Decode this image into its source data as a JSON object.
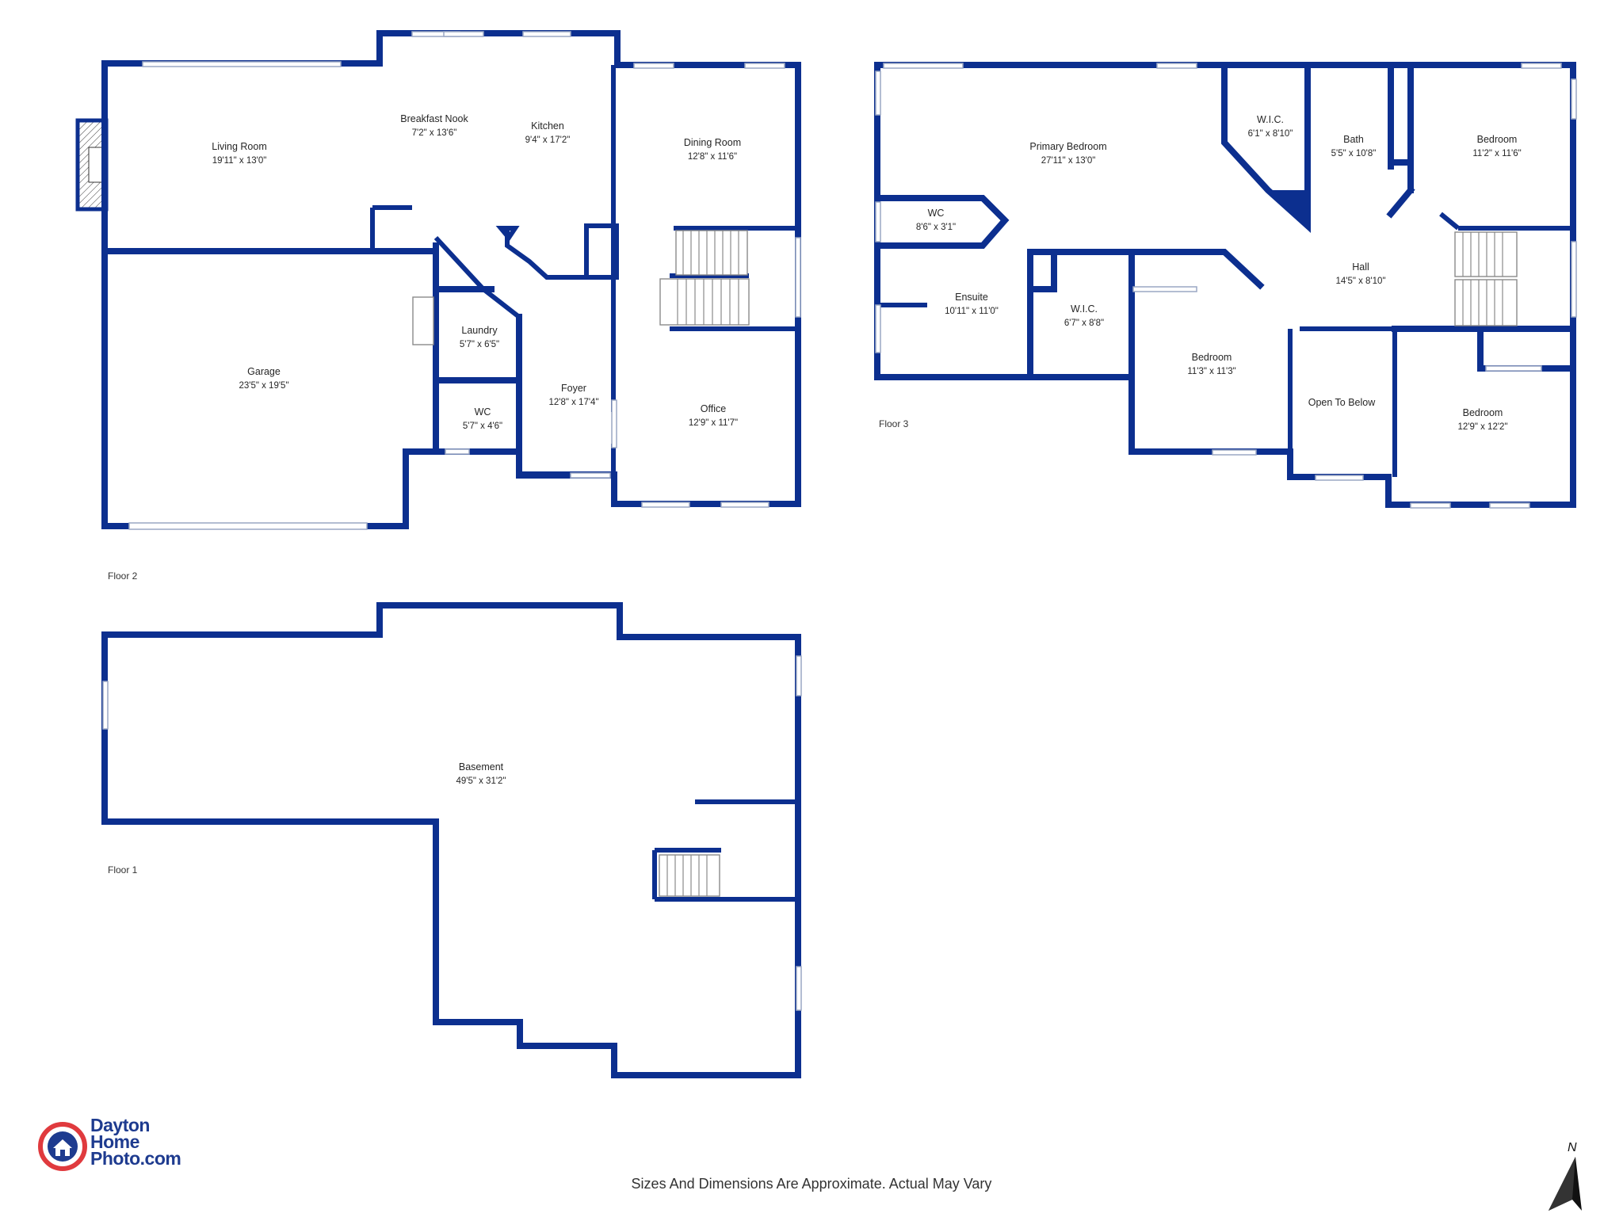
{
  "floors": {
    "floor1": {
      "label": "Floor 1",
      "rooms": [
        {
          "id": "basement",
          "name": "Basement",
          "dim": "49'5\" x 31'2\""
        }
      ]
    },
    "floor2": {
      "label": "Floor 2",
      "rooms": [
        {
          "id": "living-room",
          "name": "Living Room",
          "dim": "19'11\" x 13'0\""
        },
        {
          "id": "breakfast-nook",
          "name": "Breakfast Nook",
          "dim": "7'2\" x 13'6\""
        },
        {
          "id": "kitchen",
          "name": "Kitchen",
          "dim": "9'4\" x 17'2\""
        },
        {
          "id": "dining-room",
          "name": "Dining Room",
          "dim": "12'8\" x 11'6\""
        },
        {
          "id": "garage",
          "name": "Garage",
          "dim": "23'5\" x 19'5\""
        },
        {
          "id": "laundry",
          "name": "Laundry",
          "dim": "5'7\" x 6'5\""
        },
        {
          "id": "wc",
          "name": "WC",
          "dim": "5'7\" x 4'6\""
        },
        {
          "id": "foyer",
          "name": "Foyer",
          "dim": "12'8\" x 17'4\""
        },
        {
          "id": "office",
          "name": "Office",
          "dim": "12'9\" x 11'7\""
        }
      ]
    },
    "floor3": {
      "label": "Floor 3",
      "rooms": [
        {
          "id": "primary-bedroom",
          "name": "Primary Bedroom",
          "dim": "27'11\" x 13'0\""
        },
        {
          "id": "wic-1",
          "name": "W.I.C.",
          "dim": "6'1\" x 8'10\""
        },
        {
          "id": "bath",
          "name": "Bath",
          "dim": "5'5\" x 10'8\""
        },
        {
          "id": "bedroom-ne",
          "name": "Bedroom",
          "dim": "11'2\" x 11'6\""
        },
        {
          "id": "wc-3",
          "name": "WC",
          "dim": "8'6\" x 3'1\""
        },
        {
          "id": "ensuite",
          "name": "Ensuite",
          "dim": "10'11\" x 11'0\""
        },
        {
          "id": "wic-2",
          "name": "W.I.C.",
          "dim": "6'7\" x 8'8\""
        },
        {
          "id": "hall",
          "name": "Hall",
          "dim": "14'5\" x 8'10\""
        },
        {
          "id": "bedroom-s",
          "name": "Bedroom",
          "dim": "11'3\" x 11'3\""
        },
        {
          "id": "open-to-below",
          "name": "Open To Below",
          "dim": ""
        },
        {
          "id": "bedroom-se",
          "name": "Bedroom",
          "dim": "12'9\" x 12'2\""
        }
      ]
    }
  },
  "brand": {
    "line1": "Dayton",
    "line2": "Home",
    "line3": "Photo.com",
    "color": "#1e3b8f",
    "accent": "#e03a3e"
  },
  "disclaimer": "Sizes And Dimensions Are Approximate. Actual May Vary",
  "compass": {
    "label": "N",
    "icon": "north-arrow-icon"
  },
  "colors": {
    "wall": "#0c2f8f",
    "window": "#9aa7c4"
  }
}
